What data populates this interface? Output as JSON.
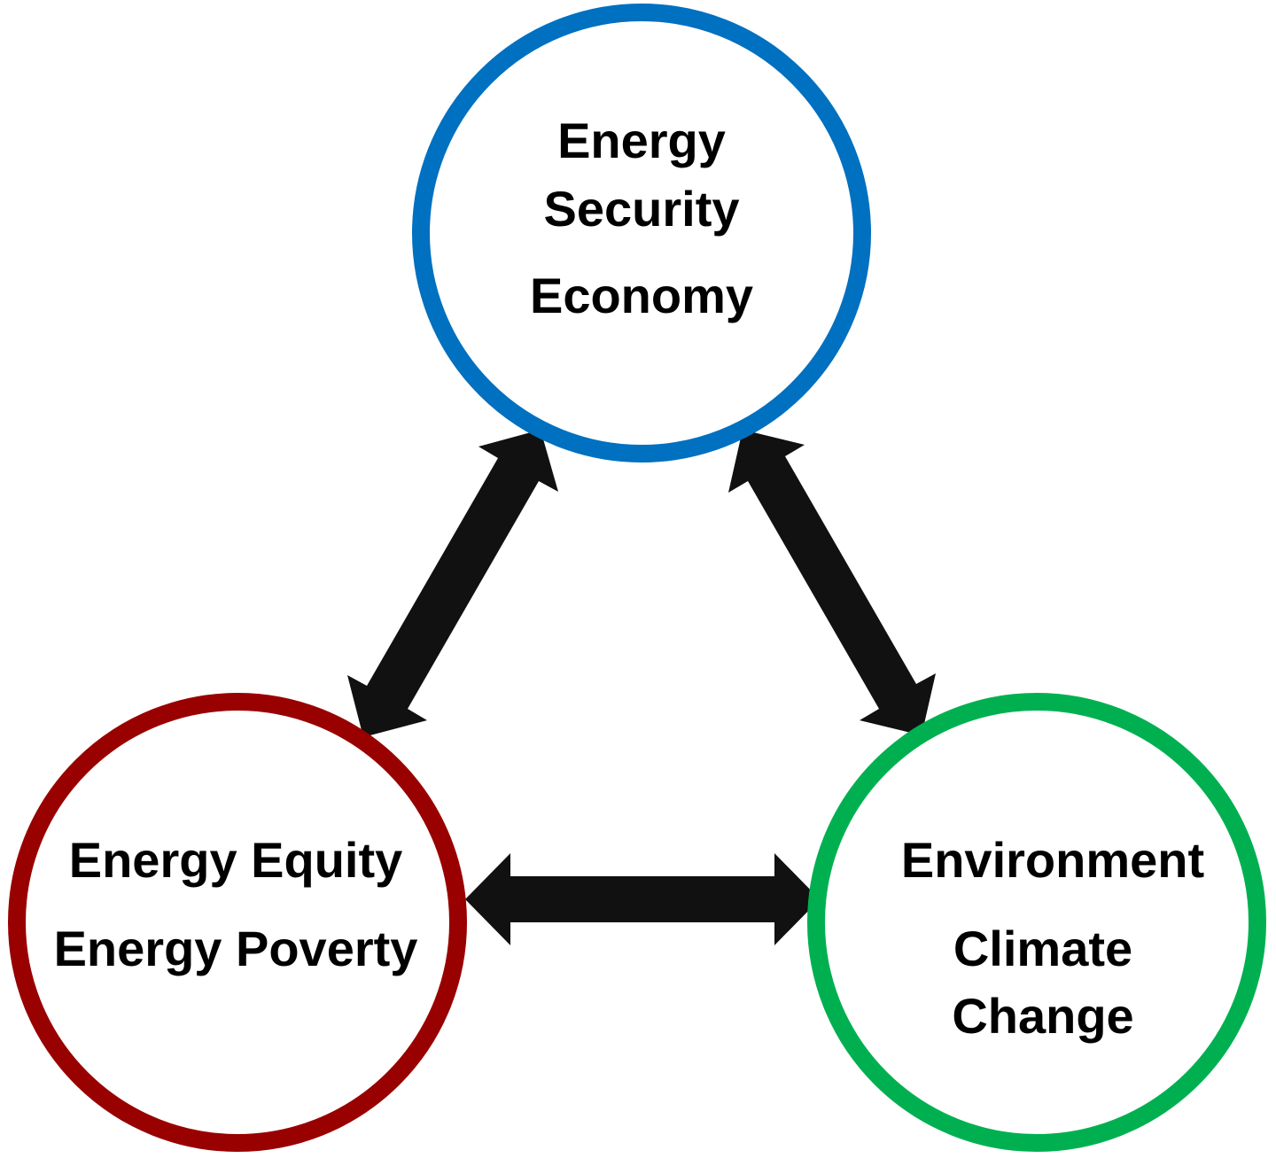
{
  "colors": {
    "top_circle": "#0070C0",
    "left_circle": "#990000",
    "right_circle": "#00B050",
    "arrow": "#111111",
    "text": "#000000"
  },
  "nodes": {
    "top": {
      "lines": [
        "Energy",
        "Security",
        "Economy"
      ]
    },
    "left": {
      "lines": [
        "Energy Equity",
        "Energy Poverty"
      ]
    },
    "right": {
      "lines": [
        "Environment",
        "Climate",
        "Change"
      ]
    }
  },
  "arrows": {
    "top_left": "double-headed",
    "top_right": "double-headed",
    "left_right": "double-headed"
  }
}
